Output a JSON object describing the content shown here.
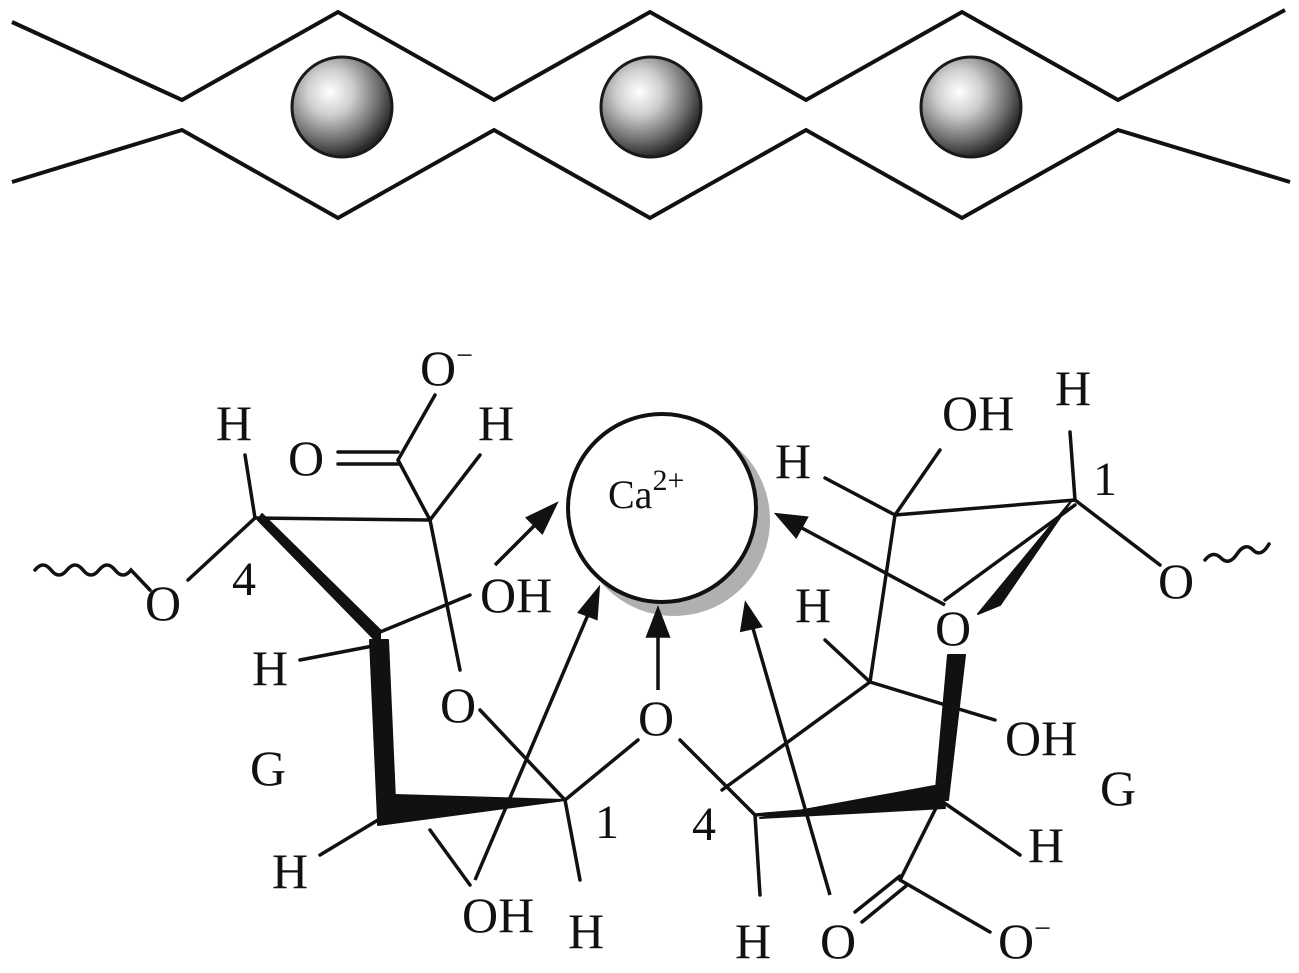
{
  "diagram": {
    "egg_box": {
      "ion_count": 3,
      "ball_color": "#8a8a8a"
    },
    "ion": {
      "symbol": "Ca",
      "charge": "2+"
    },
    "labels": {
      "hydrogen": "H",
      "oxygen": "O",
      "hydroxyl": "OH",
      "oxide_anion": "O",
      "anion_charge": "−",
      "position_1": "1",
      "position_4": "4",
      "residue": "G"
    },
    "colors": {
      "bond": "#111111",
      "ion_shadow": "#b0b0b0",
      "background": "#ffffff"
    }
  }
}
